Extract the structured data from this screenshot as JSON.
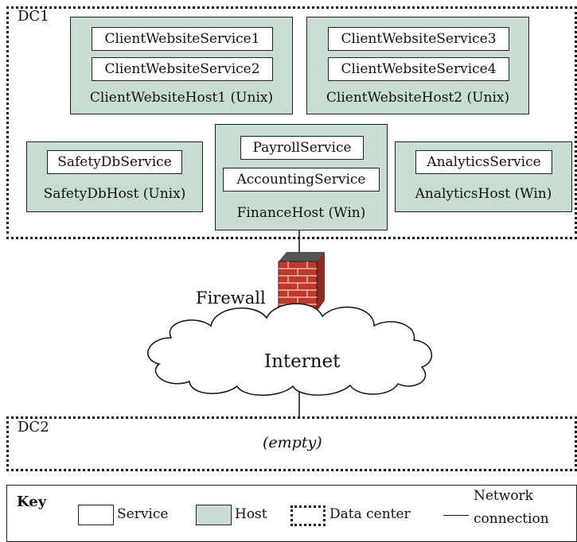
{
  "dc1": {
    "label": "DC1",
    "hosts": {
      "cw1": {
        "label": "ClientWebsiteHost1 (Unix)",
        "services": [
          "ClientWebsiteService1",
          "ClientWebsiteService2"
        ]
      },
      "cw2": {
        "label": "ClientWebsiteHost2 (Unix)",
        "services": [
          "ClientWebsiteService3",
          "ClientWebsiteService4"
        ]
      },
      "safety": {
        "label": "SafetyDbHost (Unix)",
        "services": [
          "SafetyDbService"
        ]
      },
      "finance": {
        "label": "FinanceHost (Win)",
        "services": [
          "PayrollService",
          "AccountingService"
        ]
      },
      "analytics": {
        "label": "AnalyticsHost (Win)",
        "services": [
          "AnalyticsService"
        ]
      }
    }
  },
  "firewall": {
    "label": "Firewall"
  },
  "internet": {
    "label": "Internet"
  },
  "dc2": {
    "label": "DC2",
    "content": "(empty)"
  },
  "key": {
    "title": "Key",
    "service": "Service",
    "host": "Host",
    "datacenter": "Data center",
    "network_line1": "Network",
    "network_line2": "connection"
  },
  "colors": {
    "host_fill": "#c8ddd1",
    "brick": "#c0392b",
    "wall_cap": "#555555"
  }
}
